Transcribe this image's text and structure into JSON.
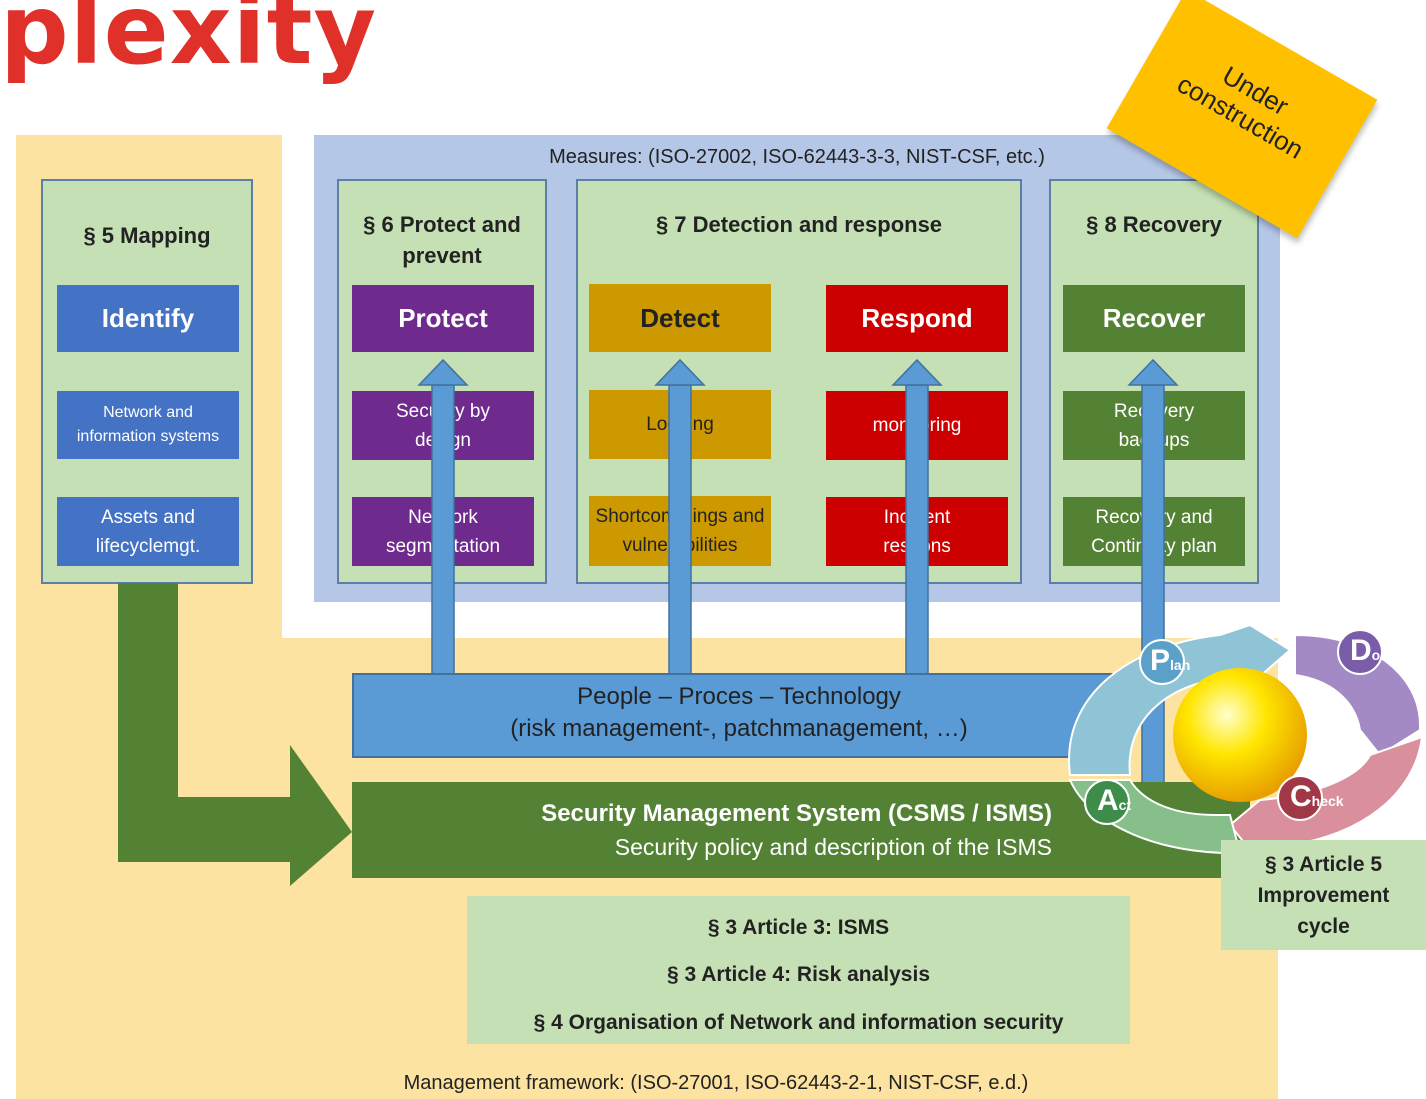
{
  "title": "plexity",
  "sticky_note": "Under construction",
  "measures_title": "Measures: (ISO-27002, ISO-62443-3-3, NIST-CSF, etc.)",
  "framework_title": "Management framework: (ISO-27001, ISO-62443-2-1, NIST-CSF, e.d.)",
  "columns": {
    "mapping": {
      "header": "§ 5 Mapping",
      "main": "Identify",
      "items": [
        "Network and information systems",
        "Assets and lifecyclemgt."
      ]
    },
    "protect": {
      "header": "§ 6 Protect and prevent",
      "main": "Protect",
      "items": [
        "Security by design",
        "Network segmentation"
      ]
    },
    "detection": {
      "header": "§ 7 Detection and response",
      "detect": "Detect",
      "detect_items": [
        "Logging",
        "Shortcommings and vulnerabilities"
      ],
      "respond": "Respond",
      "respond_items": [
        "monitoring",
        "Incident respons"
      ]
    },
    "recovery": {
      "header": "§ 8 Recovery",
      "main": "Recover",
      "items": [
        "Recovery backups",
        "Recovery and Continuity plan"
      ]
    }
  },
  "ppt": {
    "line1": "People – Proces – Technology",
    "line2": "(risk management-, patchmanagement, …)"
  },
  "sms": {
    "line1": "Security Management System (CSMS / ISMS)",
    "line2": "Security policy and description of the ISMS"
  },
  "articles": [
    "§ 3  Article 3: ISMS",
    "§ 3  Article 4: Risk analysis",
    "§ 4 Organisation of Network and information security"
  ],
  "improvement": "§ 3 Article 5 Improvement cycle",
  "pdca": {
    "plan_big": "P",
    "plan_small": "lan",
    "do_big": "D",
    "do_small": "o",
    "check_big": "C",
    "check_small": "heck",
    "act_big": "A",
    "act_small": "ct"
  },
  "colors": {
    "title": "#e0302a",
    "framework_bg": "#fde3a1",
    "measures_bg": "#b4c7e7",
    "column_bg": "#c5e0b4",
    "identify": "#4472c4",
    "protect": "#6e2a8c",
    "detect": "#cc9900",
    "respond": "#cc0000",
    "recover": "#548235",
    "sticky": "#ffc000"
  }
}
